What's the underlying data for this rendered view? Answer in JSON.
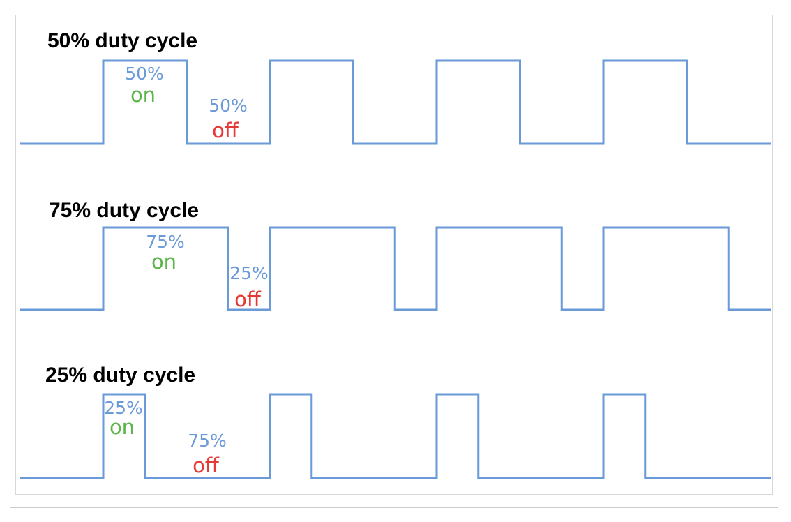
{
  "colors": {
    "wave": "#6a9ad8",
    "percent": "#6a9ad8",
    "on": "#5cb54a",
    "off": "#e53935",
    "title": "#000000"
  },
  "panels": [
    {
      "title": "50% duty cycle",
      "duty": 0.5,
      "on_pct": "50%",
      "on_word": "on",
      "off_pct": "50%",
      "off_word": "off"
    },
    {
      "title": "75% duty cycle",
      "duty": 0.75,
      "on_pct": "75%",
      "on_word": "on",
      "off_pct": "25%",
      "off_word": "off"
    },
    {
      "title": "25% duty cycle",
      "duty": 0.25,
      "on_pct": "25%",
      "on_word": "on",
      "off_pct": "75%",
      "off_word": "off"
    }
  ]
}
